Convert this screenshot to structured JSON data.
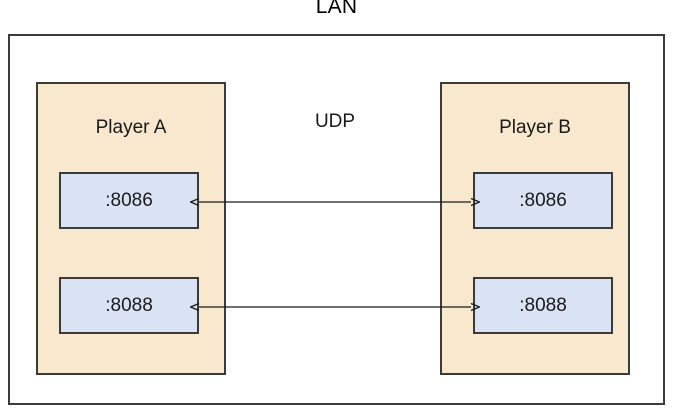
{
  "diagram": {
    "title": "LAN",
    "protocol_label": "UDP",
    "colors": {
      "player_fill": "#f7e8ce",
      "port_fill": "#dae3f3",
      "stroke": "#3b3b3b",
      "background": "#ffffff",
      "text": "#1a1a1a"
    },
    "nodes": [
      {
        "id": "player-a",
        "label": "Player A",
        "ports": [
          {
            "id": "port-a-0",
            "label": ":8086"
          },
          {
            "id": "port-a-1",
            "label": ":8088"
          }
        ]
      },
      {
        "id": "player-b",
        "label": "Player B",
        "ports": [
          {
            "id": "port-b-0",
            "label": ":8086"
          },
          {
            "id": "port-b-1",
            "label": ":8088"
          }
        ]
      }
    ],
    "connections": [
      {
        "id": "connector-0",
        "from": "port-a-0",
        "to": "port-b-0",
        "style": "double-arrow",
        "protocol": "UDP"
      },
      {
        "id": "connector-1",
        "from": "port-a-1",
        "to": "port-b-1",
        "style": "double-arrow",
        "protocol": "UDP"
      }
    ]
  }
}
